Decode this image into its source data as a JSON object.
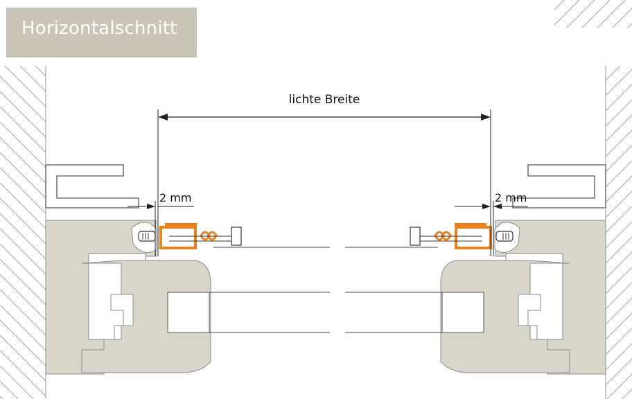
{
  "title": "Horizontalschnitt",
  "dimensions": {
    "clear_width": "lichte Breite",
    "gap_left": "2 mm",
    "gap_right": "2 mm"
  },
  "colors": {
    "title_bg": "#c9c5b8",
    "frame_fill": "#d8d5cb",
    "wall_hatch": "#9a9a9a",
    "seal_orange": "#e8821e"
  }
}
